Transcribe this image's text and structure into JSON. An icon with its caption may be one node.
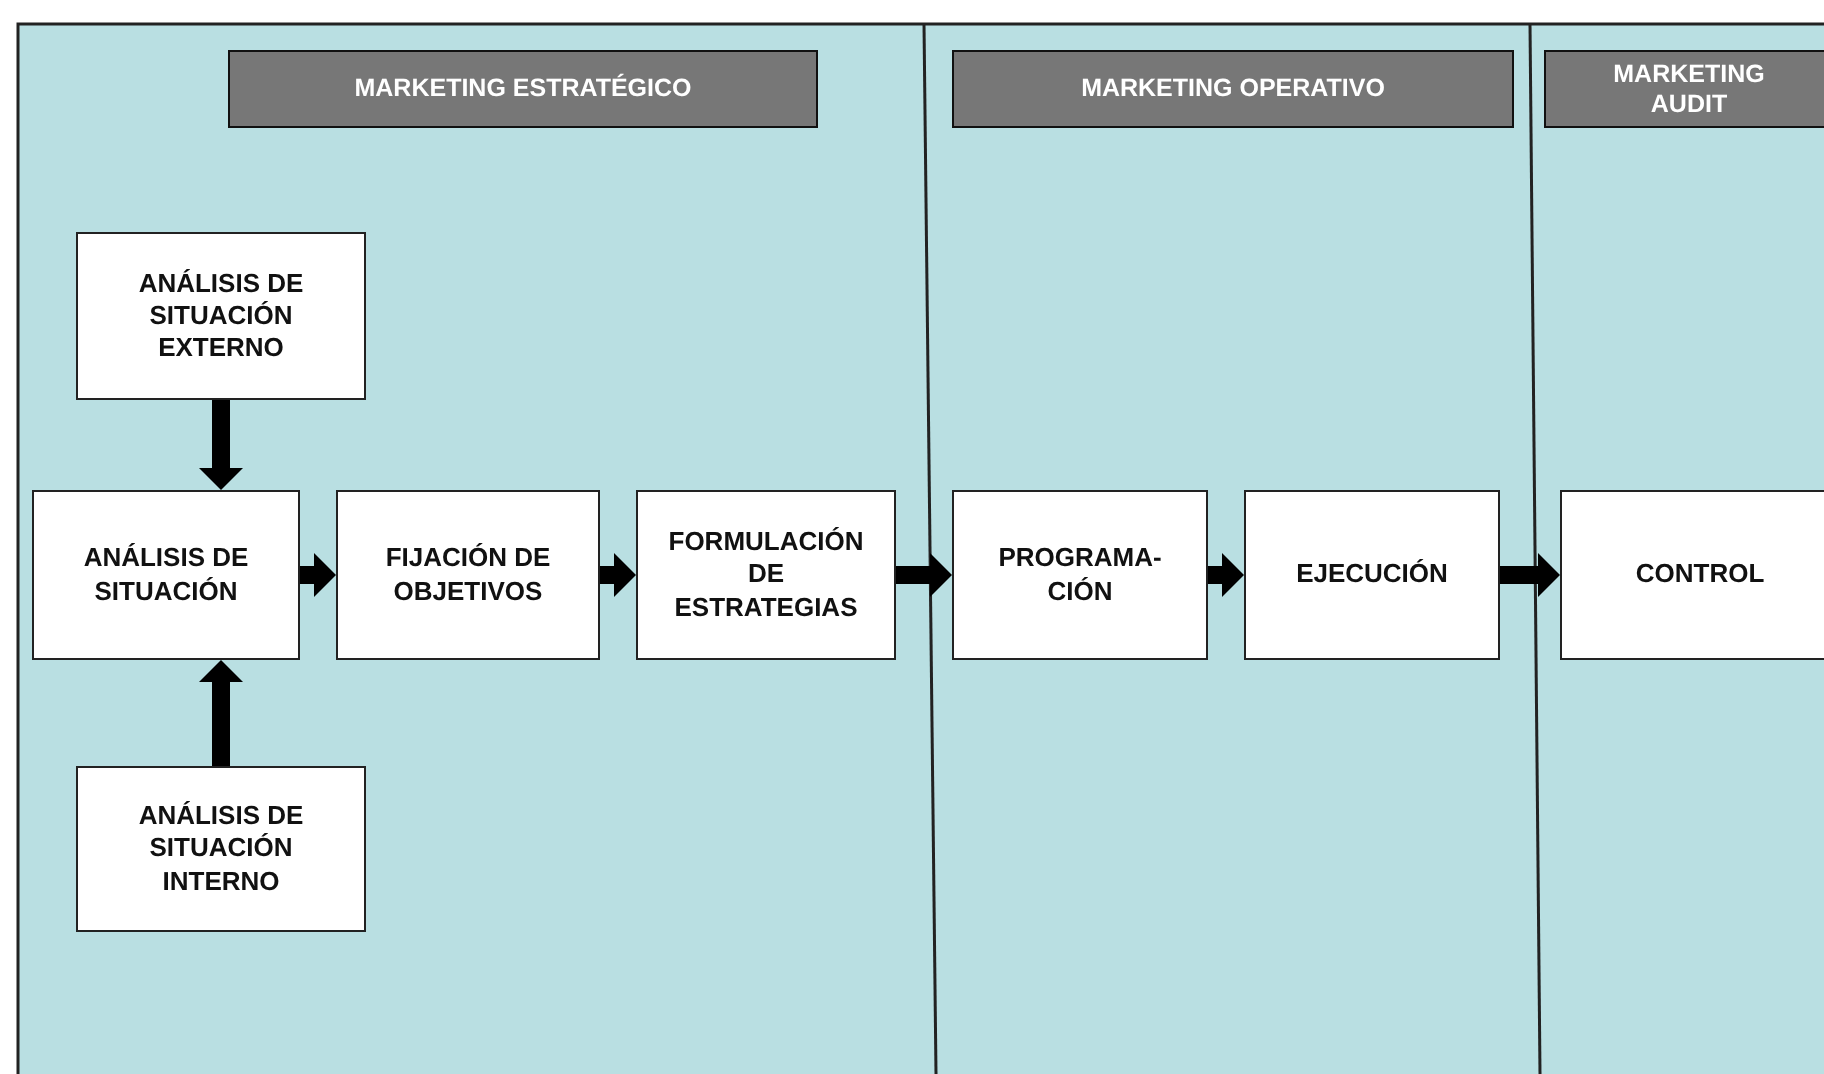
{
  "diagram": {
    "nodes": [
      {
        "text": [
          "MARKETING ESTRATÉGICO"
        ]
      },
      {
        "text": [
          "MARKETING OPERATIVO"
        ]
      },
      {
        "text": [
          "MARKETING AUDIT"
        ]
      },
      {
        "text": [
          "ANÁLISIS DE SITUACIÓN EXTERNO"
        ]
      },
      {
        "text": [
          "ANÁLISIS DE SITUACIÓN"
        ]
      },
      {
        "text": [
          "FIJACIÓN DE OBJETIVOS"
        ]
      },
      {
        "text": [
          "FORMULACIÓN DE ESTRATEGIAS"
        ]
      },
      {
        "text": [
          "PROGRAMA- CIÓN"
        ]
      },
      {
        "text": [
          "EJECUCIÓN"
        ]
      },
      {
        "text": [
          "CONTROL"
        ]
      },
      {
        "text": [
          "ANÁLISIS DE SITUACIÓN INTERNO"
        ]
      }
    ],
    "edges": [
      {
        "from": 3,
        "to": 4,
        "arrow": "to"
      },
      {
        "from": 10,
        "to": 4,
        "arrow": "to"
      },
      {
        "from": 4,
        "to": 5,
        "arrow": "to"
      },
      {
        "from": 5,
        "to": 6,
        "arrow": "to"
      },
      {
        "from": 6,
        "to": 7,
        "arrow": "to"
      },
      {
        "from": 7,
        "to": 8,
        "arrow": "to"
      },
      {
        "from": 8,
        "to": 9,
        "arrow": "to"
      }
    ]
  }
}
